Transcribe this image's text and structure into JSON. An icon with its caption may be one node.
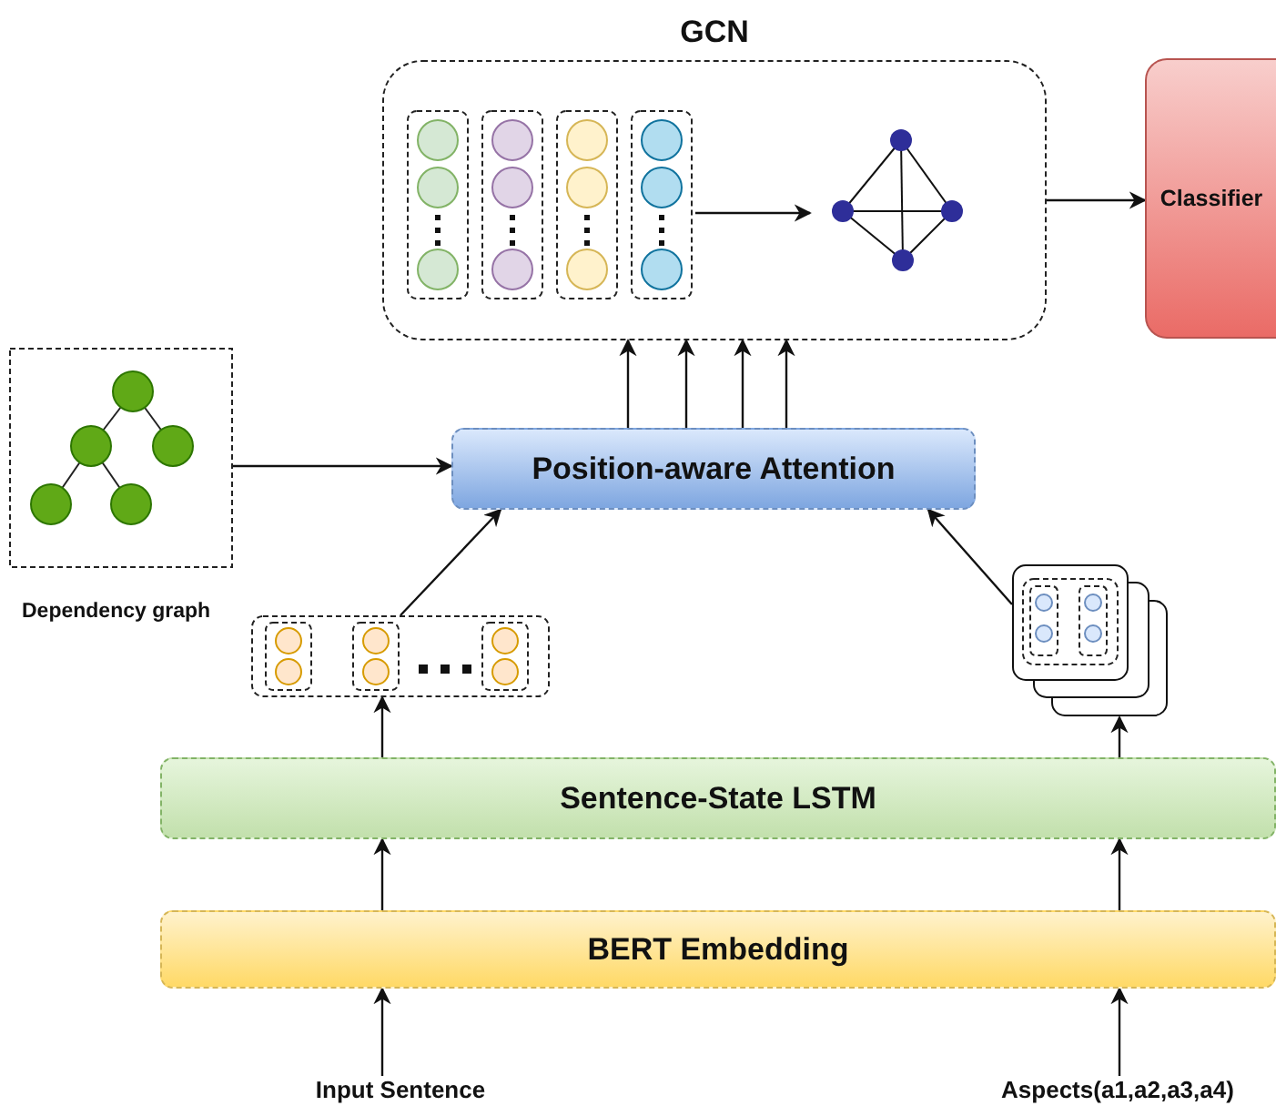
{
  "diagram": {
    "nodes": [
      {
        "text": [
          "GCN"
        ]
      },
      {
        "text": [],
        "shape": "picture",
        "in": 0
      },
      {
        "text": [],
        "shape": "picture",
        "in": 0
      },
      {
        "text": [
          "Classifier"
        ]
      },
      {
        "text": [],
        "shape": "picture",
        "beside": [
          "Dependency graph"
        ]
      },
      {
        "text": [
          "Position-aware Attention"
        ]
      },
      {
        "text": [],
        "shape": "picture"
      },
      {
        "text": [],
        "shape": "picture"
      },
      {
        "text": [
          "Sentence-State LSTM"
        ]
      },
      {
        "text": [
          "BERT Embedding"
        ]
      },
      {
        "text": [
          "Input Sentence"
        ]
      },
      {
        "text": [
          "Aspects(a1,a2,a3,a4)"
        ]
      }
    ],
    "edges": [
      {
        "from": 1,
        "to": 2,
        "arrow": "to"
      },
      {
        "from": 0,
        "to": 3,
        "arrow": "to"
      },
      {
        "from": 4,
        "to": 5,
        "arrow": "to"
      },
      {
        "from": 6,
        "to": 5,
        "arrow": "to"
      },
      {
        "from": 7,
        "to": 5,
        "arrow": "to"
      },
      {
        "from": 5,
        "to": 0,
        "arrow": "to"
      },
      {
        "from": 5,
        "to": 0,
        "arrow": "to"
      },
      {
        "from": 5,
        "to": 0,
        "arrow": "to"
      },
      {
        "from": 5,
        "to": 0,
        "arrow": "to"
      },
      {
        "from": 8,
        "to": 6,
        "arrow": "to"
      },
      {
        "from": 8,
        "to": 7,
        "arrow": "to"
      },
      {
        "from": 9,
        "to": 8,
        "arrow": "to"
      },
      {
        "from": 9,
        "to": 8,
        "arrow": "to"
      },
      {
        "from": 10,
        "to": 9,
        "arrow": "to"
      },
      {
        "from": 11,
        "to": 9,
        "arrow": "to"
      }
    ]
  }
}
